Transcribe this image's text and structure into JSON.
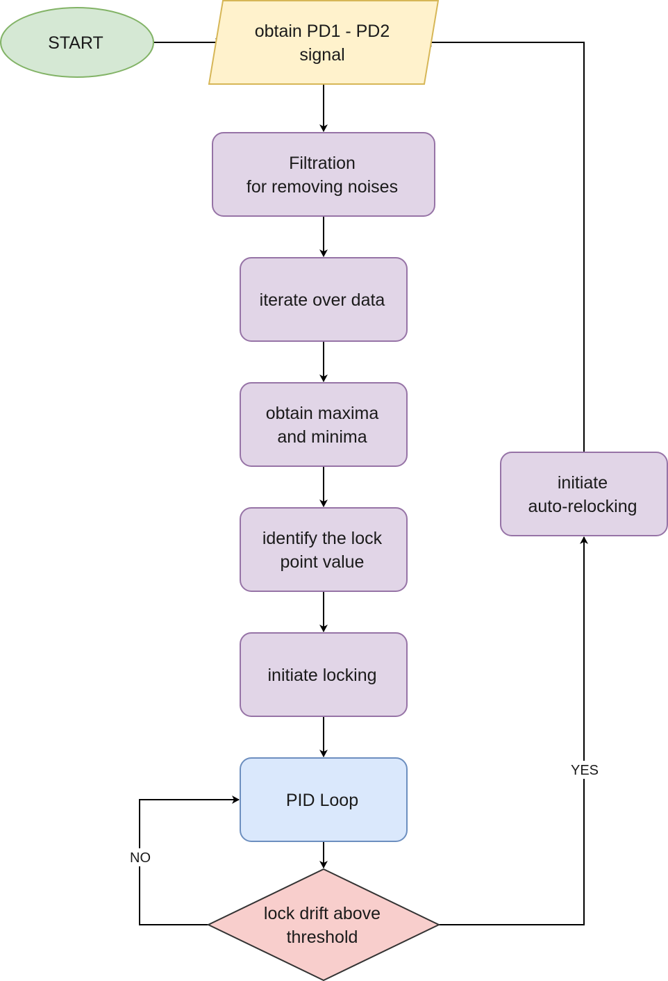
{
  "colors": {
    "start_fill": "#d5e8d4",
    "start_stroke": "#82b366",
    "io_fill": "#fff2cc",
    "io_stroke": "#d6b656",
    "process_fill": "#e1d5e7",
    "process_stroke": "#9673a6",
    "pid_fill": "#dae8fc",
    "pid_stroke": "#6c8ebf",
    "decision_fill": "#f8cecc",
    "decision_stroke": "#333333",
    "arrow": "#000000"
  },
  "nodes": {
    "start": {
      "shape": "ellipse",
      "lines": [
        "START"
      ]
    },
    "obtain_signal": {
      "shape": "parallelogram",
      "lines": [
        "obtain PD1 - PD2",
        "signal"
      ]
    },
    "filtration": {
      "shape": "rounded-rectangle",
      "lines": [
        "Filtration",
        "for removing noises"
      ]
    },
    "iterate": {
      "shape": "rounded-rectangle",
      "lines": [
        "iterate over data"
      ]
    },
    "maxima": {
      "shape": "rounded-rectangle",
      "lines": [
        "obtain maxima",
        "and minima"
      ]
    },
    "lock_point": {
      "shape": "rounded-rectangle",
      "lines": [
        "identify the lock",
        "point value"
      ]
    },
    "locking": {
      "shape": "rounded-rectangle",
      "lines": [
        "initiate locking"
      ]
    },
    "pid": {
      "shape": "rounded-rectangle",
      "lines": [
        "PID Loop"
      ]
    },
    "decision": {
      "shape": "diamond",
      "lines": [
        "lock drift above",
        "threshold"
      ]
    },
    "relock": {
      "shape": "rounded-rectangle",
      "lines": [
        "initiate",
        "auto-relocking"
      ]
    }
  },
  "edges": [
    {
      "from": "start",
      "to": "obtain_signal"
    },
    {
      "from": "obtain_signal",
      "to": "filtration"
    },
    {
      "from": "filtration",
      "to": "iterate"
    },
    {
      "from": "iterate",
      "to": "maxima"
    },
    {
      "from": "maxima",
      "to": "lock_point"
    },
    {
      "from": "lock_point",
      "to": "locking"
    },
    {
      "from": "locking",
      "to": "pid"
    },
    {
      "from": "pid",
      "to": "decision"
    },
    {
      "from": "decision",
      "to": "pid",
      "label": "NO"
    },
    {
      "from": "decision",
      "to": "relock",
      "label": "YES"
    },
    {
      "from": "relock",
      "to": "obtain_signal"
    }
  ]
}
